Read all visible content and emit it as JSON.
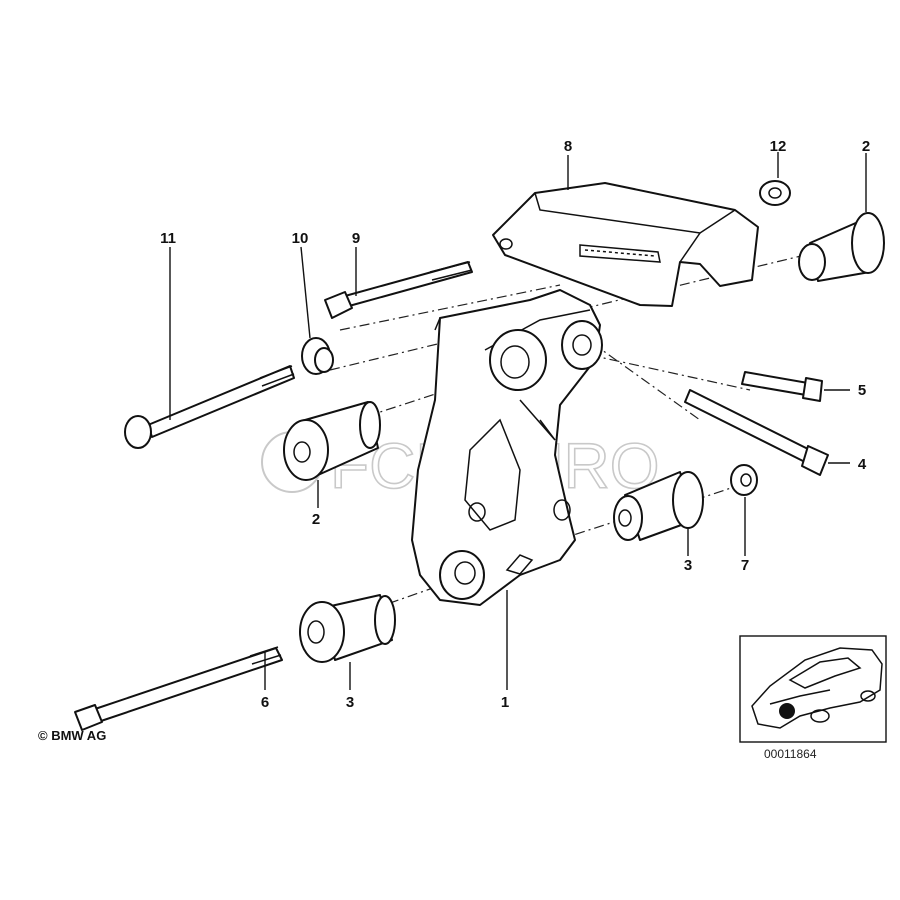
{
  "callouts": [
    {
      "id": "c8",
      "label": "8"
    },
    {
      "id": "c12",
      "label": "12"
    },
    {
      "id": "c2a",
      "label": "2"
    },
    {
      "id": "c11",
      "label": "11"
    },
    {
      "id": "c10",
      "label": "10"
    },
    {
      "id": "c9",
      "label": "9"
    },
    {
      "id": "c5",
      "label": "5"
    },
    {
      "id": "c4",
      "label": "4"
    },
    {
      "id": "c2b",
      "label": "2"
    },
    {
      "id": "c3a",
      "label": "3"
    },
    {
      "id": "c7",
      "label": "7"
    },
    {
      "id": "c6",
      "label": "6"
    },
    {
      "id": "c3b",
      "label": "3"
    },
    {
      "id": "c1",
      "label": "1"
    }
  ],
  "copyright": "© BMW AG",
  "image_number": "00011864",
  "watermark": "FCP EURO",
  "colors": {
    "line": "#111111",
    "watermark": "#c9c9c9",
    "background": "#ffffff"
  }
}
